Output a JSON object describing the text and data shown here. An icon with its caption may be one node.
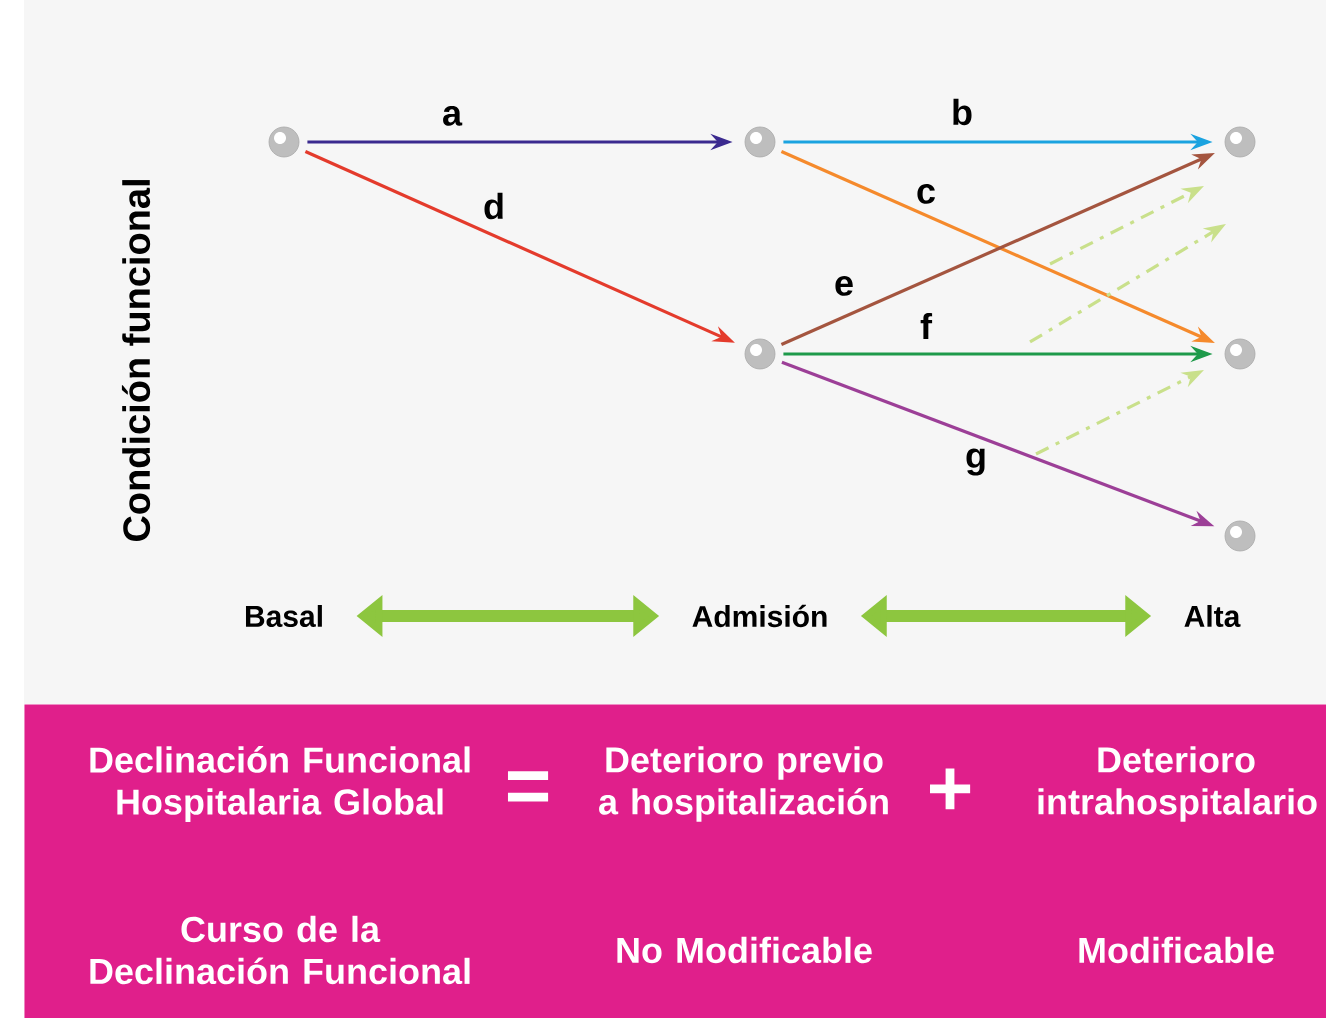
{
  "diagram": {
    "nodes": [
      {
        "text": [],
        "shape": "circle"
      },
      {
        "text": [],
        "shape": "circle"
      },
      {
        "text": [],
        "shape": "circle"
      },
      {
        "text": [],
        "shape": "circle"
      },
      {
        "text": [],
        "shape": "circle"
      },
      {
        "text": [],
        "shape": "circle"
      },
      {
        "text": [
          "Basal"
        ]
      },
      {
        "text": [
          "Admisión"
        ]
      },
      {
        "text": [
          "Alta"
        ]
      },
      {
        "text": [
          "Declinación Funcional Hospitalaria Global",
          "=",
          "Deterioro previo a hospitalización",
          "+",
          "Deterioro intrahospitalario",
          "Curso de la Declinación Funcional",
          "No Modificable",
          "Modificable"
        ]
      }
    ],
    "edges": [
      {
        "from": 0,
        "to": 1,
        "arrow": "to",
        "label": "a",
        "color": "#3b2a8f"
      },
      {
        "from": 0,
        "to": 2,
        "arrow": "to",
        "label": "d",
        "color": "#e43b2c"
      },
      {
        "from": 1,
        "to": 3,
        "arrow": "to",
        "label": "b",
        "color": "#1ba3e0"
      },
      {
        "from": 1,
        "to": 4,
        "arrow": "to",
        "label": "c",
        "color": "#f58a2c"
      },
      {
        "from": 2,
        "to": 3,
        "arrow": "to",
        "label": "e",
        "color": "#a4553f"
      },
      {
        "from": 2,
        "to": 4,
        "arrow": "to",
        "label": "f",
        "color": "#1e9a4a"
      },
      {
        "from": 2,
        "to": 5,
        "arrow": "to",
        "label": "g",
        "color": "#9c3f97"
      },
      {
        "from": 6,
        "to": 7,
        "arrow": "both",
        "style": "thick",
        "color": "#8dc63f"
      },
      {
        "from": 7,
        "to": 8,
        "arrow": "both",
        "style": "thick",
        "color": "#8dc63f"
      }
    ],
    "labels": [
      "Condición funcional"
    ]
  }
}
